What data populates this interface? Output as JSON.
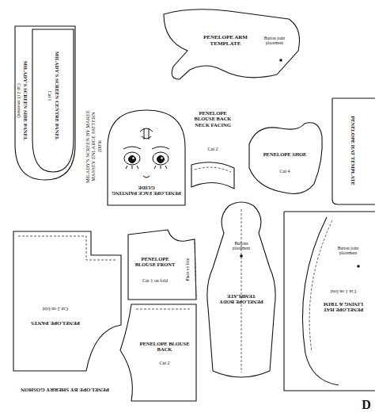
{
  "diagram": {
    "nodes": [
      {
        "text": [
          "MILADY'S SCREEN SIDE PANEL",
          "Cut 2 (1 reversed)"
        ]
      },
      {
        "text": [
          "MILADY'S SCREEN CENTRE PANEL",
          "Cut 1"
        ]
      },
      {
        "text": [
          "PENELOPE ARM TEMPLATE",
          "Button joint placement"
        ]
      },
      {
        "text": [
          "PENELOPE FACE PAINTING GUIDE"
        ]
      },
      {
        "text": [
          "PENELOPE BLOUSE BACK NECK FACING",
          "Cut 2"
        ]
      },
      {
        "text": [
          "PENELOPE SHOE",
          "Cut 4"
        ]
      },
      {
        "text": [
          "PENELOPE HAT TEMPLATE"
        ]
      },
      {
        "text": [
          "PENELOPE BODY TEMPLATE",
          "Buttons placement"
        ]
      },
      {
        "text": [
          "PENELOPE BLOUSE FRONT",
          "Cut 1 on fold",
          "Place on fold"
        ]
      },
      {
        "text": [
          "PENELOPE PANTS",
          "Cut 2 on fold"
        ]
      },
      {
        "text": [
          "PENELOPE BLOUSE BACK",
          "Cut 2"
        ]
      },
      {
        "text": [
          "PENELOPE HAT LINING & TRIM",
          "Cut 1 on fold",
          "Button joint placement"
        ]
      }
    ],
    "labels": [
      "MILADY'S SCREEN BY MAREE MASSEY ENLARGE PATTERN 200%",
      "PENELOPE BY SHERRY GOSHON",
      "D"
    ]
  }
}
